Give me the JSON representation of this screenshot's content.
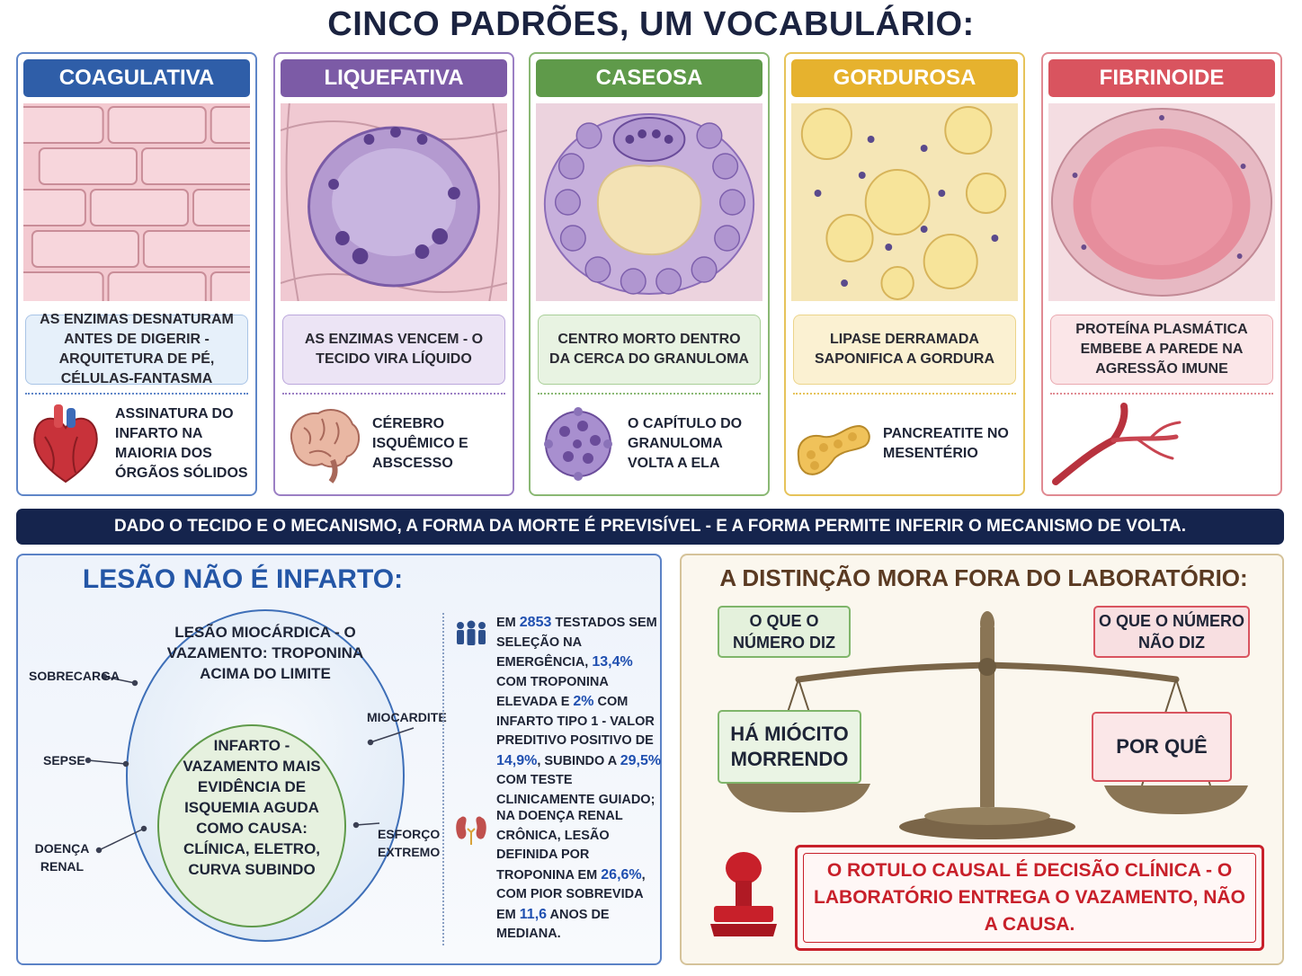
{
  "title": "CINCO PADRÕES, UM VOCABULÁRIO:",
  "cards": [
    {
      "header": "COAGULATIVA",
      "description": "AS ENZIMAS DESNATURAM ANTES DE DIGERIR - ARQUITETURA DE PÉ, CÉLULAS-FANTASMA",
      "footer": "ASSINATURA DO INFARTO NA MAIORIA DOS ÓRGÃOS SÓLIDOS",
      "icon": "heart-icon",
      "color": "#2f5ea8"
    },
    {
      "header": "LIQUEFATIVA",
      "description": "AS ENZIMAS VENCEM - O TECIDO VIRA LÍQUIDO",
      "footer": "CÉREBRO ISQUÊMICO E ABSCESSO",
      "icon": "brain-icon",
      "color": "#7c5ba6"
    },
    {
      "header": "CASEOSA",
      "description": "CENTRO MORTO DENTRO DA CERCA DO GRANULOMA",
      "footer": "O CAPÍTULO DO GRANULOMA VOLTA A ELA",
      "icon": "granuloma-icon",
      "color": "#5f9a4a"
    },
    {
      "header": "GORDUROSA",
      "description": "LIPASE DERRAMADA SAPONIFICA A GORDURA",
      "footer": "PANCREATITE NO MESENTÉRIO",
      "icon": "pancreas-icon",
      "color": "#e6b22e"
    },
    {
      "header": "FIBRINOIDE",
      "description": "PROTEÍNA PLASMÁTICA EMBEBE A PAREDE NA AGRESSÃO IMUNE",
      "footer": "",
      "icon": "vessel-icon",
      "color": "#d9545f"
    }
  ],
  "banner": "DADO O TECIDO E O MECANISMO, A FORMA DA MORTE É PREVISÍVEL - E A FORMA PERMITE INFERIR O MECANISMO DE VOLTA.",
  "left_panel": {
    "title": "LESÃO NÃO É INFARTO:",
    "outer_label": "LESÃO MIOCÁRDICA - O VAZAMENTO: TROPONINA ACIMA DO LIMITE",
    "inner_label": "INFARTO - VAZAMENTO MAIS EVIDÊNCIA DE ISQUEMIA AGUDA COMO CAUSA: CLÍNICA, ELETRO, CURVA SUBINDO",
    "causes": {
      "sobrecarga": "SOBRECARGA",
      "sepse": "SEPSE",
      "doenca_renal": "DOENÇA RENAL",
      "miocardite": "MIOCARDITE",
      "esforco": "ESFORÇO EXTREMO"
    },
    "stat1": {
      "p1": "EM ",
      "n_tested": "2853",
      "p2": " TESTADOS SEM SELEÇÃO NA EMERGÊNCIA, ",
      "pct_elevated": "13,4%",
      "p3": " COM TROPONINA ELEVADA E ",
      "pct_infarct": "2%",
      "p4": " COM INFARTO TIPO 1 - VALOR PREDITIVO POSITIVO DE ",
      "ppv_initial": "14,9%",
      "p5": ", SUBINDO A ",
      "ppv_guided": "29,5%",
      "p6": " COM TESTE CLINICAMENTE GUIADO;"
    },
    "stat2": {
      "p1": "NA DOENÇA RENAL CRÔNICA, LESÃO DEFINIDA POR TROPONINA EM ",
      "pct_ckd": "26,6%",
      "p2": ", COM PIOR SOBREVIDA EM ",
      "years": "11,6",
      "p3": " ANOS DE MEDIANA."
    }
  },
  "right_panel": {
    "title": "A DISTINÇÃO MORA FORA DO LABORATÓRIO:",
    "left_tag": "O QUE O NÚMERO DIZ",
    "right_tag": "O QUE O NÚMERO NÃO DIZ",
    "left_pan": "HÁ MIÓCITO MORRENDO",
    "right_pan": "POR QUÊ",
    "verdict": "O ROTULO CAUSAL É DECISÃO CLÍNICA - O LABORATÓRIO ENTREGA O VAZAMENTO, NÃO A CAUSA."
  }
}
